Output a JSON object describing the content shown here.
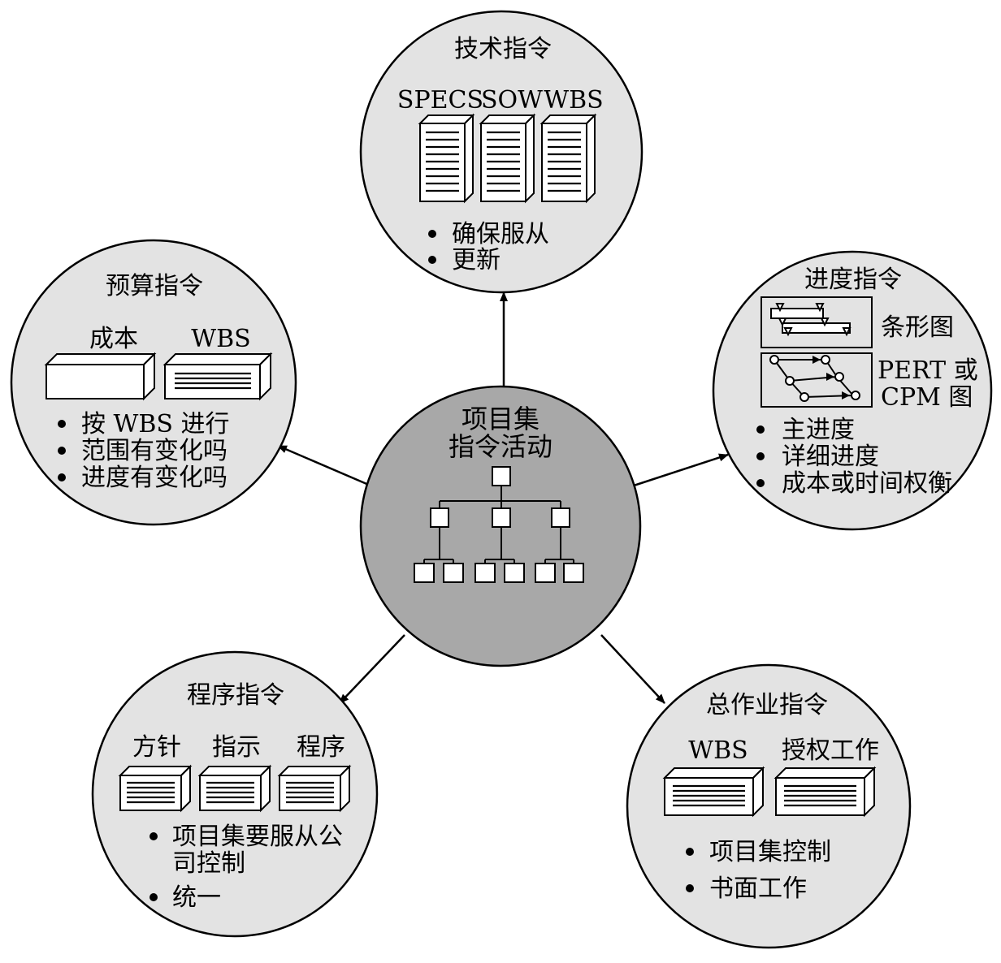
{
  "center": {
    "line1": "项目集",
    "line2": "指令活动"
  },
  "technical": {
    "title": "技术指令",
    "doc_labels": [
      "SPECS",
      "SOW",
      "WBS"
    ],
    "bullets": [
      "确保服从",
      "更新"
    ]
  },
  "budget": {
    "title": "预算指令",
    "box_labels": [
      "成本",
      "WBS"
    ],
    "bullets": [
      "按 WBS 进行",
      "范围有变化吗",
      "进度有变化吗"
    ]
  },
  "schedule": {
    "title": "进度指令",
    "chart1_label": "条形图",
    "chart2_label_line1": "PERT 或",
    "chart2_label_line2": "CPM 图",
    "bullets": [
      "主进度",
      "详细进度",
      "成本或时间权衡"
    ]
  },
  "procedure": {
    "title": "程序指令",
    "box_labels": [
      "方针",
      "指示",
      "程序"
    ],
    "bullets_line1": "项目集要服从公",
    "bullets_line1b": "司控制",
    "bullets_line2": "统一"
  },
  "work": {
    "title": "总作业指令",
    "box_labels": [
      "WBS",
      "授权工作"
    ],
    "bullets": [
      "项目集控制",
      "书面工作"
    ]
  },
  "colors": {
    "satellite_fill": "#e3e3e3",
    "center_fill": "#a8a8a8",
    "stroke": "#000000"
  }
}
